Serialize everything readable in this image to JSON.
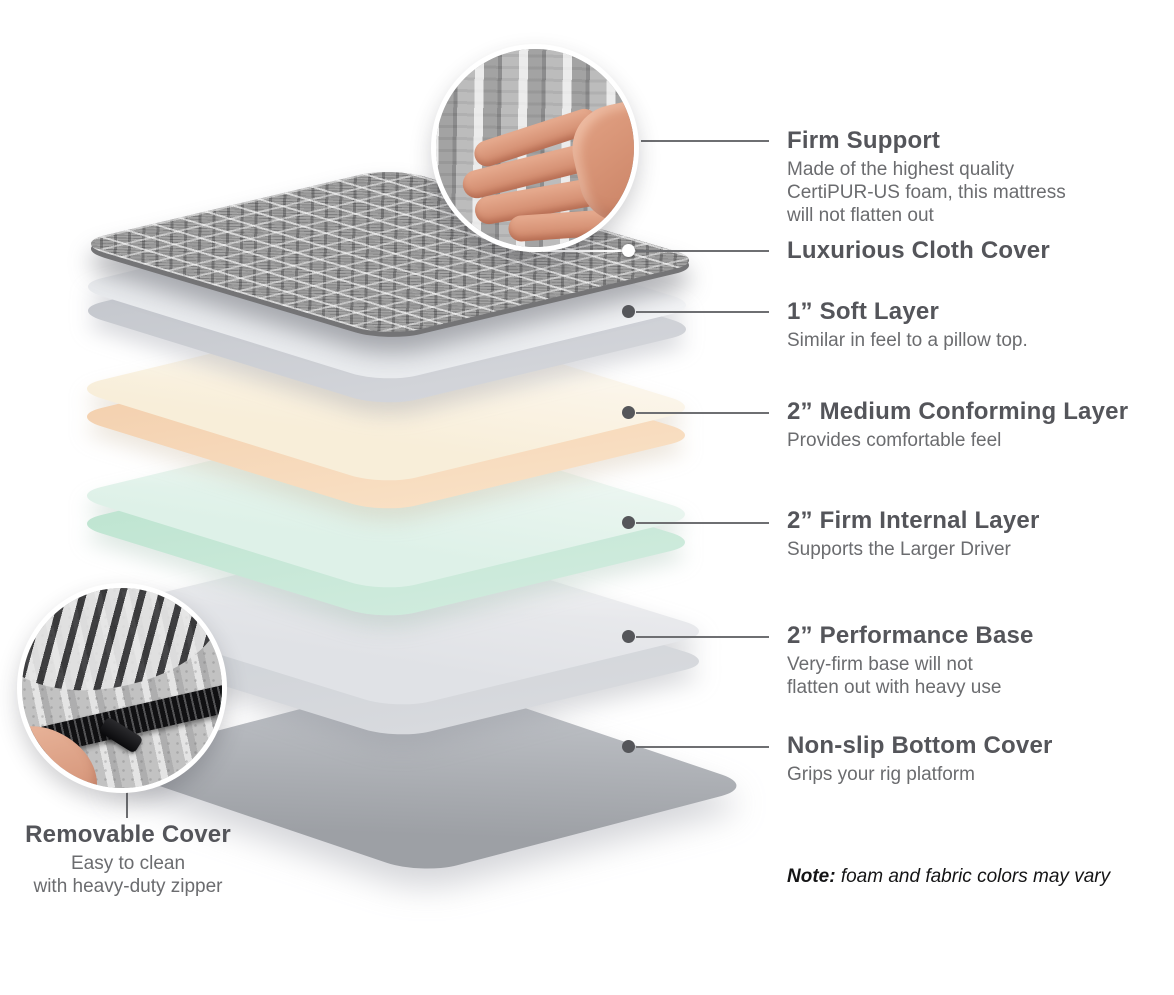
{
  "diagram": {
    "description": "Exploded mattress layer diagram",
    "layers": [
      {
        "id": "cloth-cover",
        "top": "#9c9c9c",
        "edge": "#747476"
      },
      {
        "id": "soft-layer",
        "top": "linear-gradient(160deg,#f5f6f8 25%,#e9ebee 75%)",
        "edge": "linear-gradient(100deg,#c3c6cc,#d3d5da)"
      },
      {
        "id": "medium-conforming-layer",
        "top": "linear-gradient(160deg,#fbf5e9 25%,#f8eed9 75%)",
        "edge": "linear-gradient(100deg,#f3cfad,#f9e0c4)"
      },
      {
        "id": "firm-internal-layer",
        "top": "linear-gradient(160deg,#e9f5ef 25%,#def1e8 75%)",
        "edge": "linear-gradient(100deg,#bde4d0,#cfebdd)"
      },
      {
        "id": "performance-base",
        "top": "linear-gradient(160deg,#e8e9ec 25%,#e0e2e6 75%)",
        "edge": "linear-gradient(100deg,#cdd1d6,#d8dade)"
      },
      {
        "id": "bottom-cover",
        "top": "linear-gradient(135deg,#bdc0c5 15%,#9da0a5 80%)",
        "edge": "#9da0a5"
      }
    ]
  },
  "annotations": [
    {
      "id": "firm-support",
      "title": "Firm Support",
      "body": [
        "Made of the highest quality",
        "CertiPUR-US foam, this mattress",
        "will not flatten out"
      ]
    },
    {
      "id": "cloth-cover",
      "title": "Luxurious Cloth Cover",
      "body": []
    },
    {
      "id": "soft-layer",
      "title": "1” Soft Layer",
      "body": [
        "Similar in feel to a pillow top."
      ]
    },
    {
      "id": "medium-layer",
      "title": "2” Medium Conforming Layer",
      "body": [
        "Provides comfortable feel"
      ]
    },
    {
      "id": "firm-layer",
      "title": "2” Firm Internal Layer",
      "body": [
        "Supports the Larger Driver"
      ]
    },
    {
      "id": "performance-base",
      "title": "2” Performance Base",
      "body": [
        "Very-firm base will not",
        "flatten out with heavy use"
      ]
    },
    {
      "id": "bottom-cover",
      "title": "Non-slip Bottom Cover",
      "body": [
        "Grips your rig platform"
      ]
    }
  ],
  "removable_cover": {
    "title": "Removable Cover",
    "body": [
      "Easy to clean",
      "with heavy-duty zipper"
    ]
  },
  "note": {
    "label": "Note:",
    "text": " foam and fabric colors may vary"
  },
  "colors": {
    "heading": "#54555a",
    "body_text": "#6b6c6f",
    "leader_line": "#6e6f72",
    "dot_dark": "#55565a",
    "dot_light": "#ffffff",
    "note_text": "#141415",
    "background": "#ffffff"
  }
}
